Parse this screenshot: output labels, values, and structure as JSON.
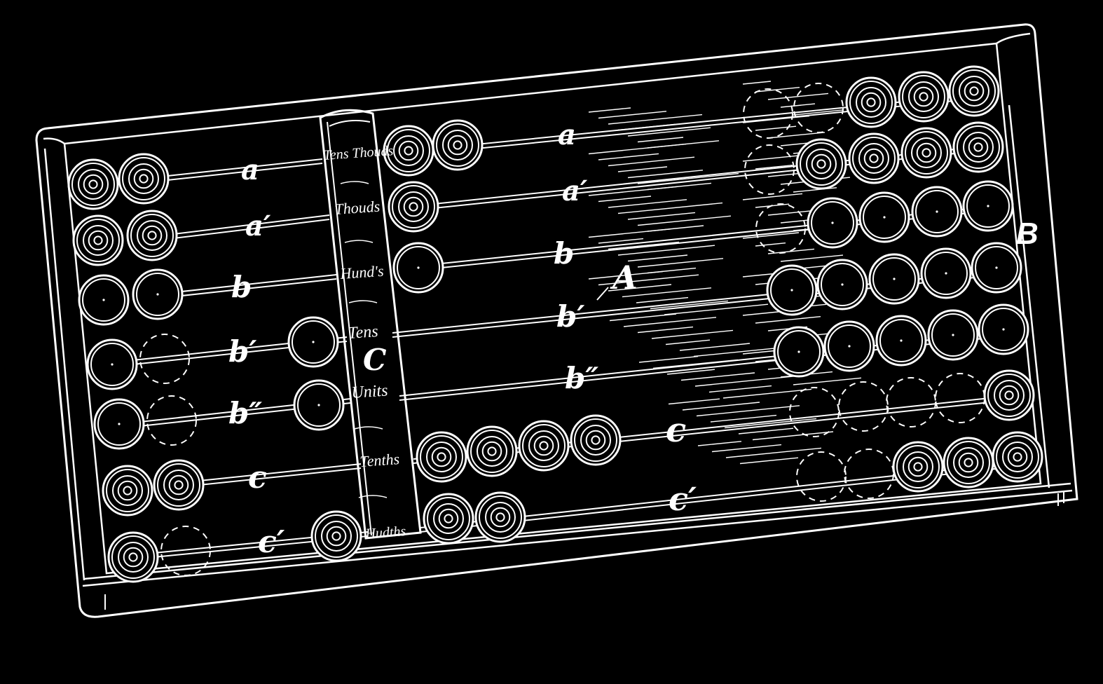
{
  "figure": {
    "part_labels": {
      "frame": "B",
      "rods_area": "A",
      "divider": "C"
    },
    "rod_labels": [
      "a",
      "a′",
      "b",
      "b′",
      "b″",
      "c",
      "c′"
    ],
    "place_values": [
      "Tens Thouds",
      "Thouds",
      "Hund's",
      "Tens",
      "Units",
      "Tenths",
      "Hudths"
    ],
    "left_section_beads": [
      {
        "rod": "a",
        "solid": 2,
        "dashed": 0,
        "style": "concentric"
      },
      {
        "rod": "a′",
        "solid": 2,
        "dashed": 0,
        "style": "concentric"
      },
      {
        "rod": "b",
        "solid": 2,
        "dashed": 0,
        "style": "plain"
      },
      {
        "rod": "b′",
        "solid": 2,
        "dashed": 1,
        "style": "plain"
      },
      {
        "rod": "b″",
        "solid": 2,
        "dashed": 1,
        "style": "plain"
      },
      {
        "rod": "c",
        "solid": 2,
        "dashed": 0,
        "style": "concentric"
      },
      {
        "rod": "c′",
        "solid": 2,
        "dashed": 1,
        "style": "concentric"
      }
    ],
    "right_section_beads": [
      {
        "rod": "a",
        "left_solid": 2,
        "right_solid": 3,
        "dashed": 2,
        "style": "concentric"
      },
      {
        "rod": "a′",
        "left_solid": 1,
        "right_solid": 4,
        "dashed": 1,
        "style": "concentric"
      },
      {
        "rod": "b",
        "left_solid": 1,
        "right_solid": 4,
        "dashed": 1,
        "style": "plain"
      },
      {
        "rod": "b′",
        "left_solid": 0,
        "right_solid": 5,
        "dashed": 0,
        "style": "plain"
      },
      {
        "rod": "b″",
        "left_solid": 0,
        "right_solid": 5,
        "dashed": 0,
        "style": "plain"
      },
      {
        "rod": "c",
        "left_solid": 4,
        "right_solid": 1,
        "dashed": 4,
        "style": "concentric"
      },
      {
        "rod": "c′",
        "left_solid": 2,
        "right_solid": 3,
        "dashed": 2,
        "style": "concentric"
      }
    ]
  }
}
